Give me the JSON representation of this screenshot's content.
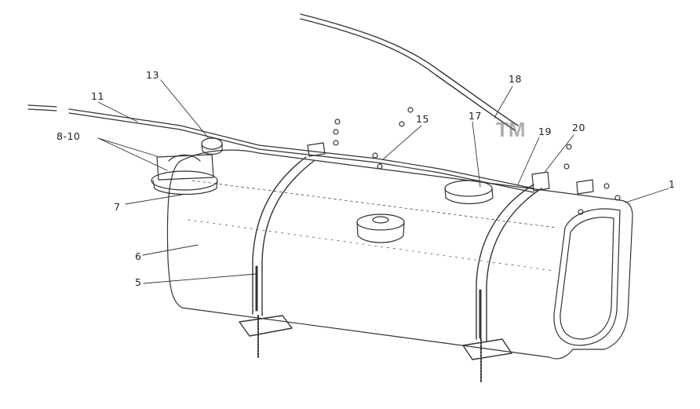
{
  "diagram": {
    "callouts": [
      {
        "id": "c1",
        "text": "1"
      },
      {
        "id": "c5",
        "text": "5"
      },
      {
        "id": "c6",
        "text": "6"
      },
      {
        "id": "c7",
        "text": "7"
      },
      {
        "id": "c810",
        "text": "8-10"
      },
      {
        "id": "c11",
        "text": "11"
      },
      {
        "id": "c13",
        "text": "13"
      },
      {
        "id": "c15",
        "text": "15"
      },
      {
        "id": "c17",
        "text": "17"
      },
      {
        "id": "c18",
        "text": "18"
      },
      {
        "id": "c19",
        "text": "19"
      },
      {
        "id": "c20",
        "text": "20"
      }
    ],
    "watermark": {
      "text": "TM",
      "color": "#8a8a8a"
    },
    "line_color": "#333333"
  }
}
